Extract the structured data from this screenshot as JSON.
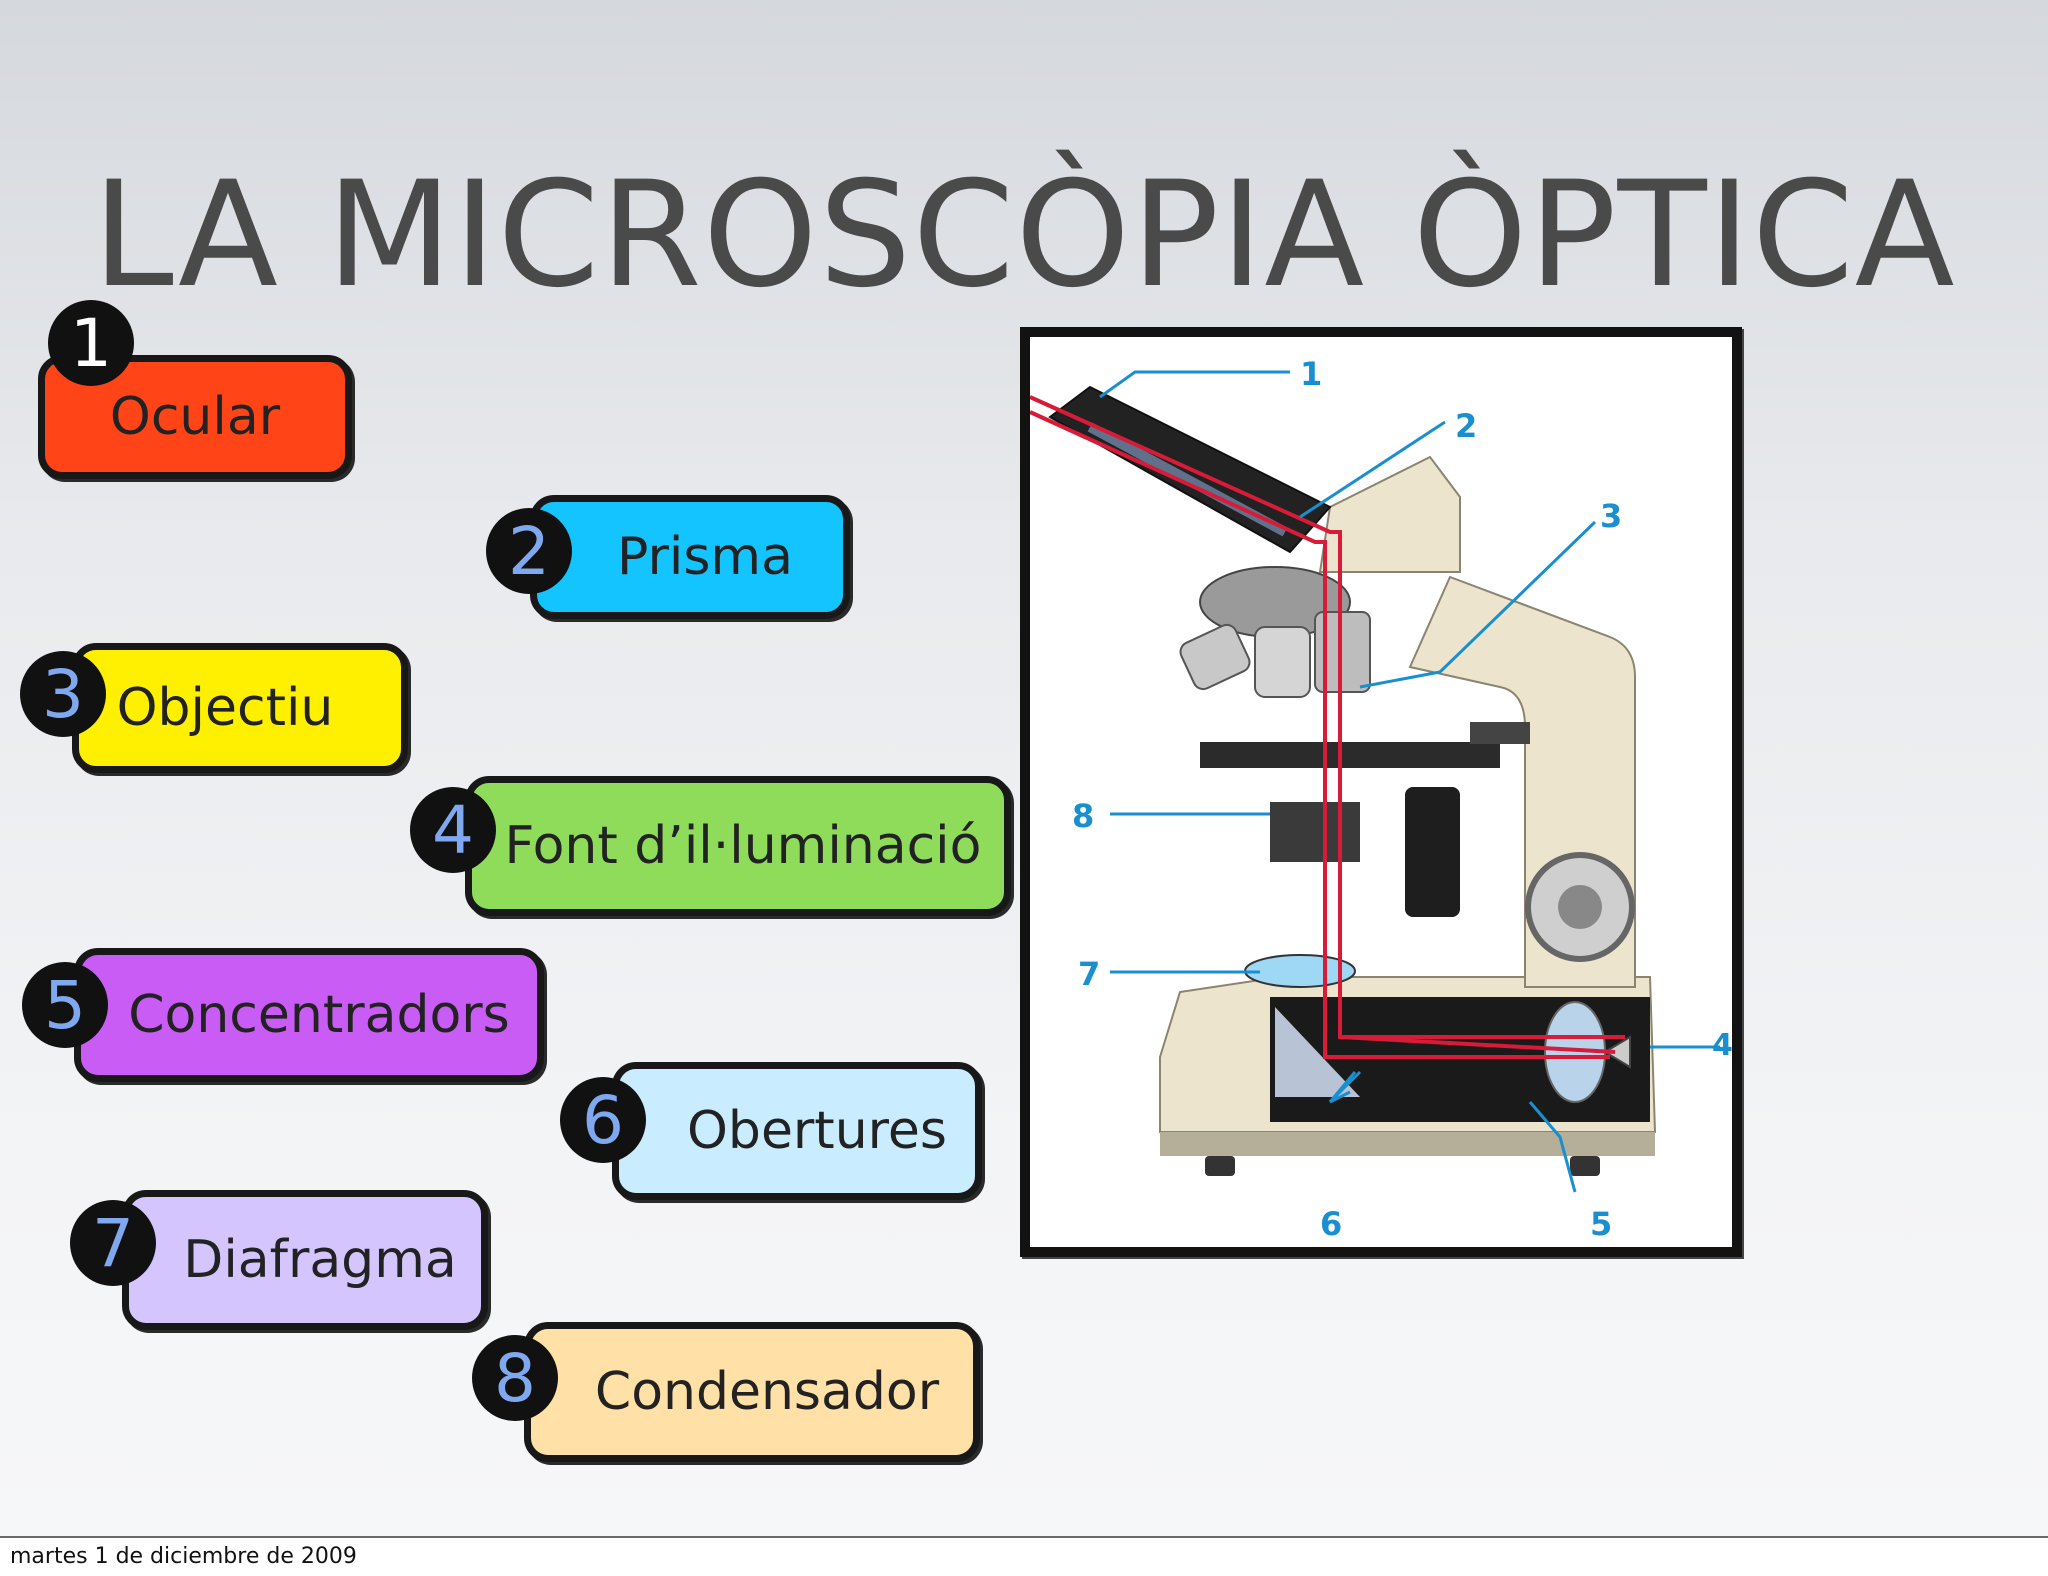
{
  "slide": {
    "title": "LA MICROSCÒPIA ÒPTICA",
    "date": "martes 1 de diciembre de 2009"
  },
  "labels": [
    {
      "number": "1",
      "text": "Ocular",
      "color": "#ff4417",
      "number_color": "#ffffff"
    },
    {
      "number": "2",
      "text": "Prisma",
      "color": "#13c4ff",
      "number_color": "#7fa8ef"
    },
    {
      "number": "3",
      "text": "Objectiu",
      "color": "#fff000",
      "number_color": "#7fa8ef"
    },
    {
      "number": "4",
      "text": "Font d’il·luminació",
      "color": "#8fdc5b",
      "number_color": "#7fa8ef"
    },
    {
      "number": "5",
      "text": "Concentradors",
      "color": "#c95cf5",
      "number_color": "#7fa8ef"
    },
    {
      "number": "6",
      "text": "Obertures",
      "color": "#c9ecff",
      "number_color": "#7fa8ef"
    },
    {
      "number": "7",
      "text": "Diafragma",
      "color": "#d5c5ff",
      "number_color": "#7fa8ef"
    },
    {
      "number": "8",
      "text": "Condensador",
      "color": "#ffe0a6",
      "number_color": "#7fa8ef"
    }
  ],
  "figure": {
    "callouts": [
      "1",
      "2",
      "3",
      "4",
      "5",
      "6",
      "7",
      "8"
    ],
    "callout_color": "#1a8fd0",
    "light_path_color": "#d81b38",
    "body_color": "#ece4cc"
  }
}
